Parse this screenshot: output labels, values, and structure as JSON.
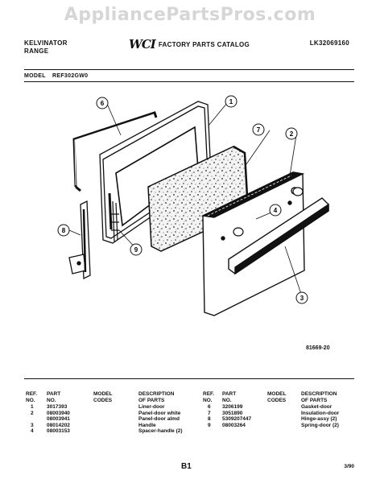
{
  "watermark": "AppliancePartsPros.com",
  "header": {
    "brand": "KELVINATOR",
    "product": "RANGE",
    "logo": "WCI",
    "catalog_title": "FACTORY PARTS CATALOG",
    "catalog_number": "LK32069160"
  },
  "model": {
    "label": "MODEL",
    "value": "REF302GW0"
  },
  "diagram": {
    "callouts": [
      "1",
      "2",
      "3",
      "4",
      "6",
      "7",
      "8",
      "9"
    ],
    "figure_code": "81669-20"
  },
  "parts_table": {
    "headers": {
      "ref_no": [
        "REF.",
        "NO."
      ],
      "part_no": [
        "PART",
        "NO."
      ],
      "model_codes": [
        "MODEL",
        "CODES"
      ],
      "description": [
        "DESCRIPTION",
        "OF PARTS"
      ]
    },
    "left": [
      {
        "ref": "1",
        "part": "3017393",
        "desc": "Liner-door"
      },
      {
        "ref": "2",
        "part": "08003940",
        "desc": "Panel-door white"
      },
      {
        "ref": "",
        "part": "08003941",
        "desc": "Panel-door almd"
      },
      {
        "ref": "3",
        "part": "08014202",
        "desc": "Handle"
      },
      {
        "ref": "4",
        "part": "08003153",
        "desc": "Spacer-handle (2)"
      }
    ],
    "right": [
      {
        "ref": "6",
        "part": "3206199",
        "desc": "Gasket-door"
      },
      {
        "ref": "7",
        "part": "3051890",
        "desc": "Insulation-door"
      },
      {
        "ref": "8",
        "part": "5309207447",
        "desc": "Hinge-assy (2)"
      },
      {
        "ref": "9",
        "part": "08003264",
        "desc": "Spring-door (2)"
      }
    ]
  },
  "footer": {
    "page": "B1",
    "date": "3/90"
  },
  "colors": {
    "ink": "#111111",
    "watermark": "#d6d6d6",
    "paper": "#ffffff"
  }
}
